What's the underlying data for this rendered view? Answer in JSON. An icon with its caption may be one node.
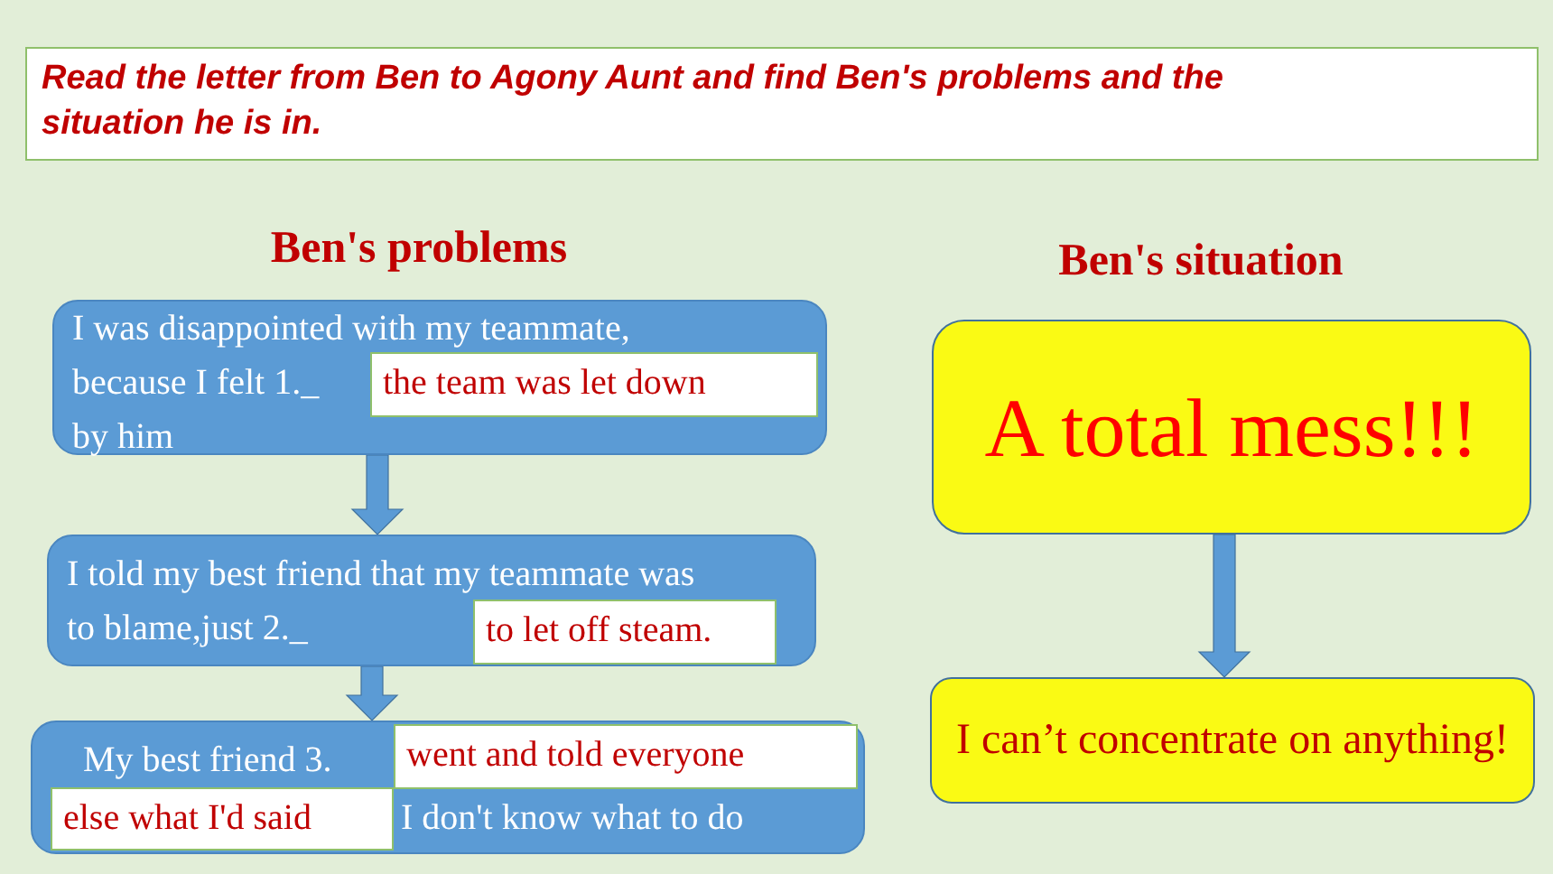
{
  "diagram": {
    "nodes": [
      {
        "text": [
          "Read the letter from Ben to Agony Aunt and find Ben's problems and the situation he is in."
        ]
      },
      {
        "text": [
          "I was disappointed with my teammate, because I felt 1._",
          "by him"
        ]
      },
      {
        "text": [
          "the team was let down"
        ],
        "in": 1
      },
      {
        "text": [
          "I told my best friend that my teammate was to blame,just 2._"
        ]
      },
      {
        "text": [
          "to let off steam."
        ],
        "in": 3
      },
      {
        "text": [
          "My best friend 3.",
          "I don't know what to do"
        ]
      },
      {
        "text": [
          "went and told everyone"
        ],
        "in": 5
      },
      {
        "text": [
          "else what I'd said"
        ],
        "in": 5
      },
      {
        "text": [
          "A total mess!!!"
        ]
      },
      {
        "text": [
          "I can’t concentrate on anything!"
        ]
      }
    ],
    "edges": [
      {
        "from": 1,
        "to": 3,
        "arrow": "to",
        "style": "thick"
      },
      {
        "from": 3,
        "to": 5,
        "arrow": "to",
        "style": "thick"
      },
      {
        "from": 8,
        "to": 9,
        "arrow": "to",
        "style": "thick"
      }
    ],
    "labels": [
      "Ben's problems",
      "Ben's situation"
    ]
  }
}
